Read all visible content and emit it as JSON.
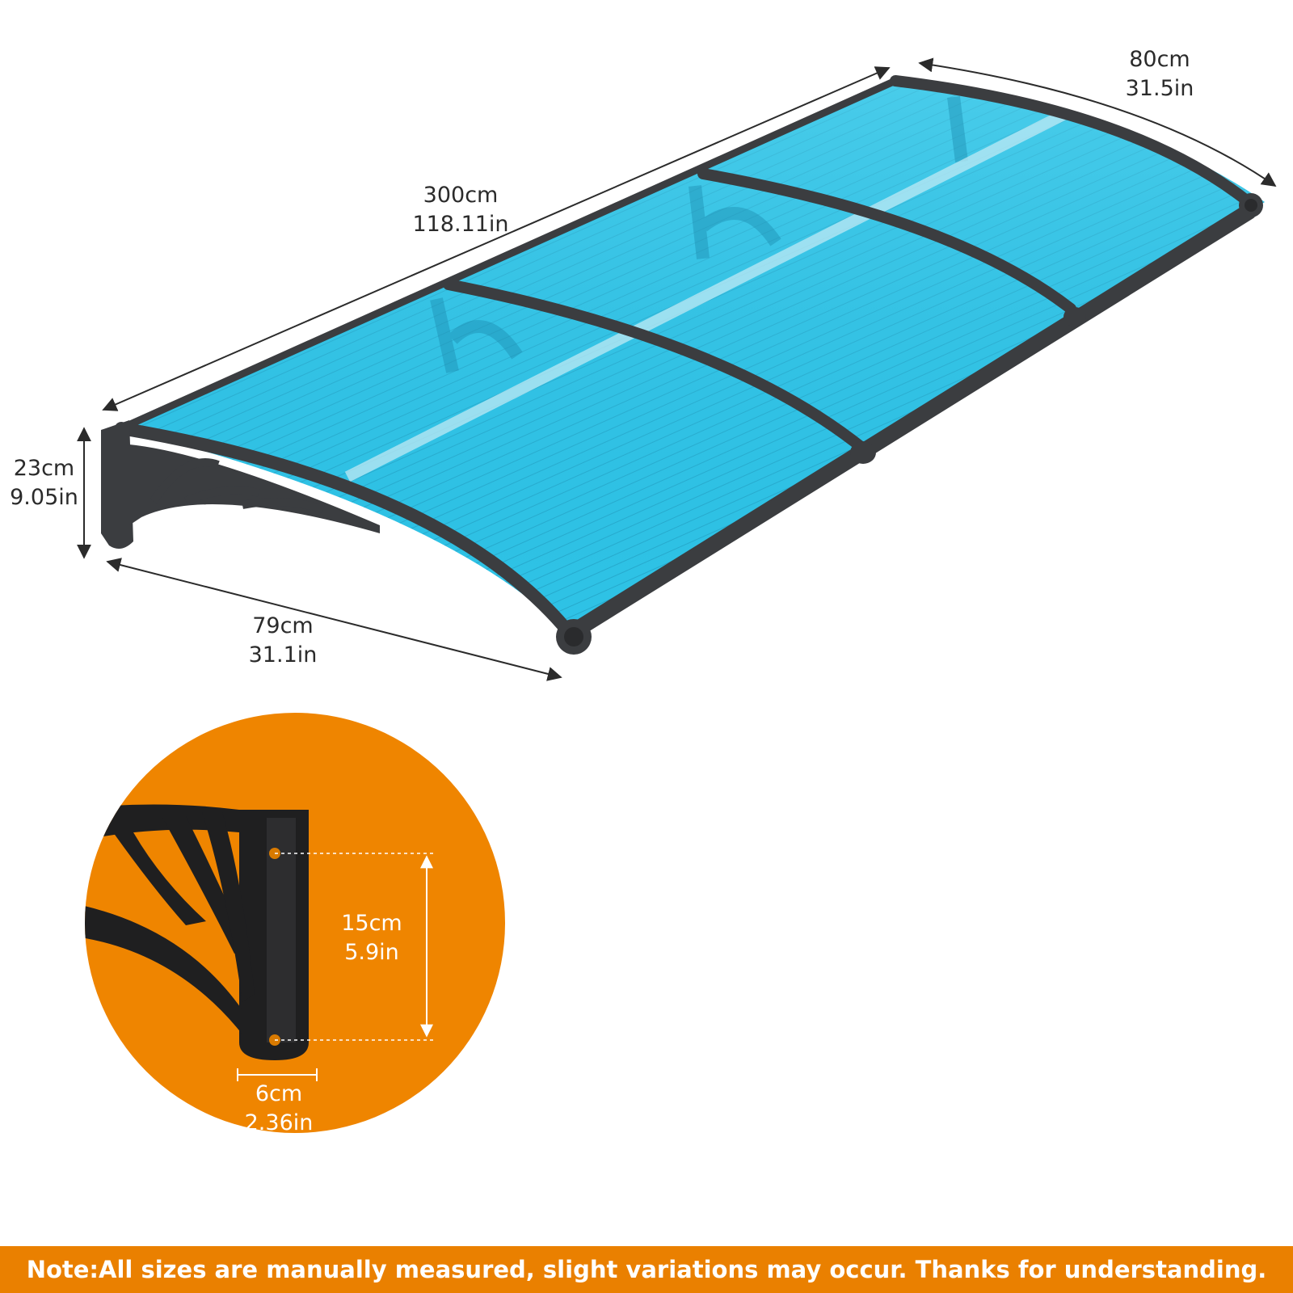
{
  "product": {
    "name": "awning canopy",
    "panel_color": "#2fc3e6",
    "frame_color": "#3b3d40"
  },
  "dimensions": {
    "length": {
      "cm": "300cm",
      "in": "118.11in"
    },
    "width": {
      "cm": "80cm",
      "in": "31.5in"
    },
    "height": {
      "cm": "23cm",
      "in": "9.05in"
    },
    "depth": {
      "cm": "79cm",
      "in": "31.1in"
    }
  },
  "bracket_detail": {
    "circle_color": "#ef8500",
    "hole_spacing": {
      "cm": "15cm",
      "in": "5.9in"
    },
    "bracket_width": {
      "cm": "6cm",
      "in": "2.36in"
    }
  },
  "note": {
    "text": "Note:All sizes are manually measured, slight variations may occur. Thanks for understanding.",
    "bar_color": "#ea8000"
  }
}
